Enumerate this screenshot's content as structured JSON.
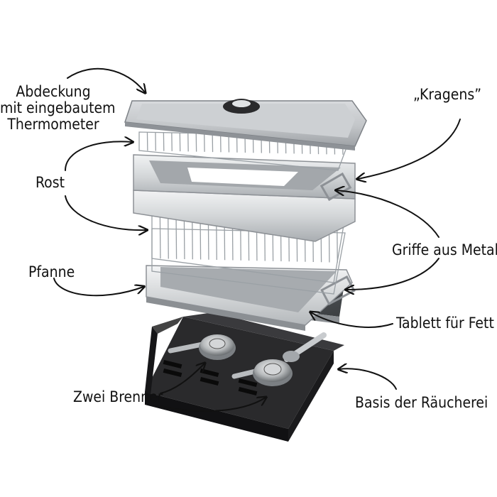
{
  "labels": {
    "abdeckung": [
      "Abdeckung",
      "mit eingebautem",
      "Thermometer"
    ],
    "kragens": "„Kragens”",
    "rost": "Rost",
    "griffe": "Griffe aus Metall",
    "pfanne": "Pfanne",
    "tablett": "Tablett für Fett",
    "brenner": "Zwei Brenner",
    "basis": "Basis der Räucherei"
  },
  "colors": {
    "text": "#111111",
    "arrow": "#111111",
    "steel_light": "#e4e6e8",
    "steel_mid": "#c4c7ca",
    "steel_dark": "#8d9196",
    "base_black": "#1c1c1e"
  }
}
